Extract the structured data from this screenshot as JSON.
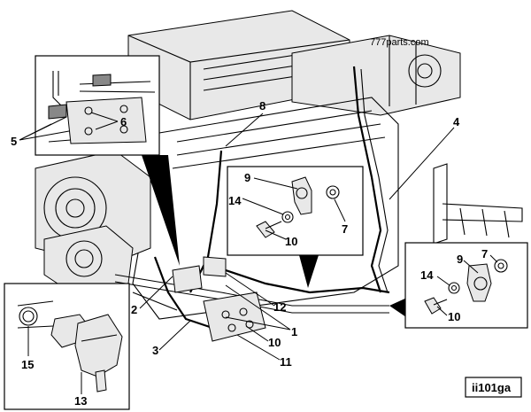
{
  "watermark": "777parts.com",
  "figure_code": "ii101ga",
  "callouts": {
    "c1": "1",
    "c2": "2",
    "c3": "3",
    "c4": "4",
    "c5": "5",
    "c6": "6",
    "c7a": "7",
    "c7b": "7",
    "c8": "8",
    "c9a": "9",
    "c9b": "9",
    "c10a": "10",
    "c10b": "10",
    "c10c": "10",
    "c11": "11",
    "c12": "12",
    "c13": "13",
    "c14a": "14",
    "c14b": "14",
    "c15": "15"
  }
}
